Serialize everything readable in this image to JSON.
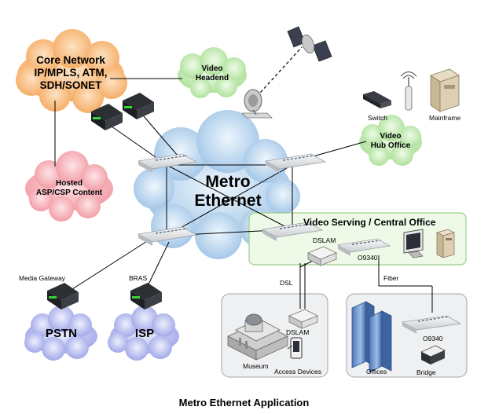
{
  "clouds": {
    "core_network": [
      "Core Network",
      "IP/MPLS, ATM,",
      "SDH/SONET"
    ],
    "video_headend": [
      "Video",
      "Headend"
    ],
    "video_hub_office": [
      "Video",
      "Hub Office"
    ],
    "hosted_content": [
      "Hosted",
      "ASP/CSP Content"
    ],
    "metro_ethernet": [
      "Metro",
      "Ethernet"
    ],
    "pstn": "PSTN",
    "isp": "ISP"
  },
  "labels": {
    "switch": "Switch",
    "mainframe": "Mainframe",
    "video_serving": "Video Serving / Central Office",
    "dslam_top": "DSLAM",
    "o9340_top": "O9340",
    "media_gateway": "Media Gateway",
    "bras": "BRAS",
    "dsl": "DSL",
    "fiber": "Fiber",
    "dslam_bottom": "DSLAM",
    "museum": "Museum",
    "access_devices": "Access Devices",
    "offices": "Offices",
    "o9340_bottom": "O9340",
    "bridge": "Bridge"
  },
  "caption": "Metro Ethernet Application",
  "colors": {
    "core_cloud": "#f5a95f",
    "green_cloud": "#b8e8a8",
    "pink_cloud": "#f4a0a8",
    "metro_cloud": "#a9cbe8",
    "blue_cloud": "#a8aee8",
    "central_office_box": "#eef9e8",
    "central_office_border": "#9ad08a"
  }
}
